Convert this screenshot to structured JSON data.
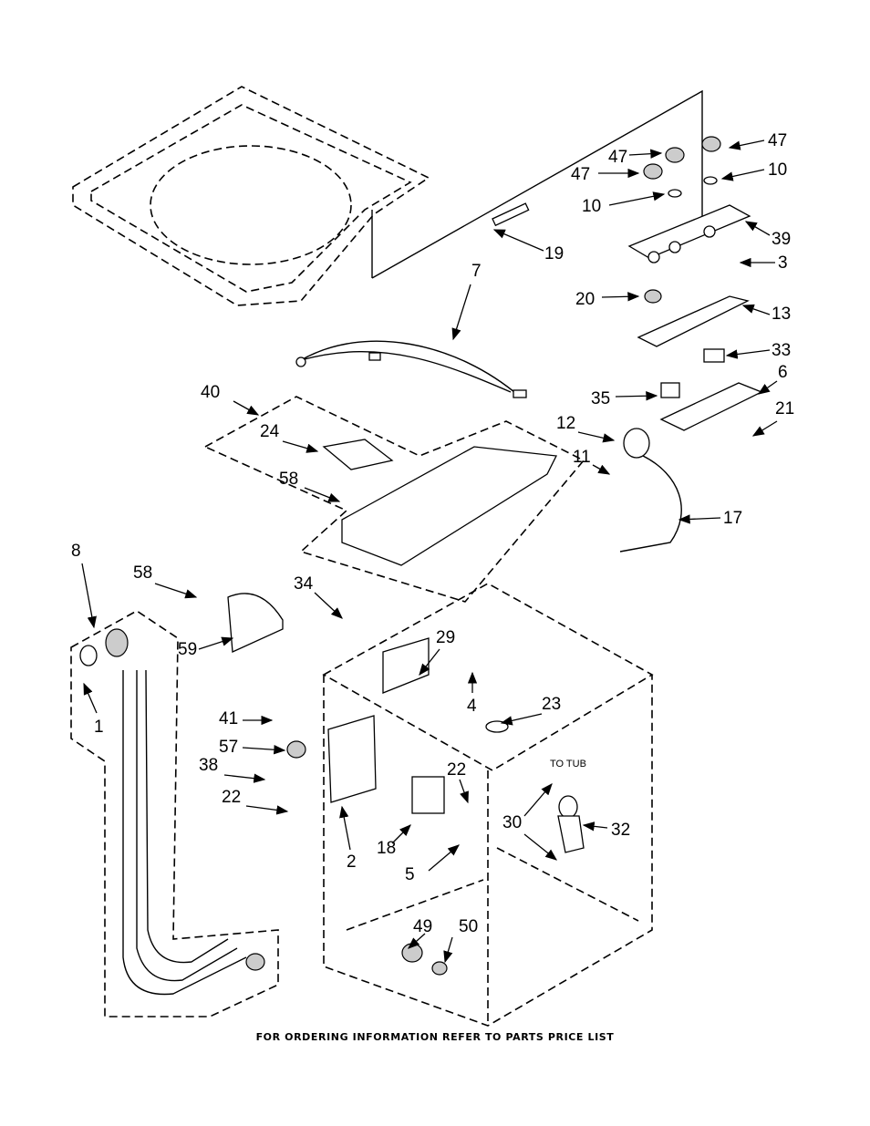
{
  "diagram": {
    "callouts": [
      "47",
      "47",
      "47",
      "10",
      "10",
      "19",
      "39",
      "3",
      "20",
      "13",
      "7",
      "33",
      "6",
      "35",
      "21",
      "12",
      "11",
      "40",
      "24",
      "58",
      "17",
      "8",
      "58",
      "34",
      "59",
      "29",
      "4",
      "23",
      "1",
      "41",
      "57",
      "38",
      "22",
      "22",
      "2",
      "18",
      "30",
      "32",
      "5",
      "49",
      "50"
    ],
    "to_tub_label": "TO TUB"
  },
  "footer": "FOR ORDERING INFORMATION REFER TO PARTS PRICE LIST"
}
